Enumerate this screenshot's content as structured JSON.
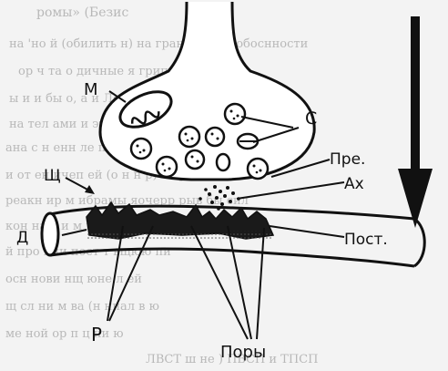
{
  "labels": {
    "m": "М",
    "c": "С",
    "pre": "Пре.",
    "shch": "Щ",
    "ach": "Ах",
    "d": "Д",
    "post": "Пост.",
    "r": "Р",
    "pores": "Поры"
  },
  "background_text": [
    "ромы» (Безис",
    "на 'но й (обилить н) на грань онной обоснности",
    "ор ч та о дичные я грипотиосте",
    "ы и и бы о, а и Ле тр. иых",
    "на тел ами и эти ирипечни",
    "ана с н енн ле п и а чай ви я пот ч ов п с ве",
    "и от ен ичеп ей (о н н р) о ера п сла п ск",
    "реакн ир  м ибрамы яочерр рыв бы сил",
    "кон на а и м в гик то, иирер д",
    "й про ини пост т  вщюю пи",
    "осн нови нщ юне л  ей",
    "щ сл ни  м   ва (н ниал в ю ",
    "ме ной ор п     ц ни ю",
    "ЛВСТ ш  не  ) ПВСП и ТПСП"
  ]
}
